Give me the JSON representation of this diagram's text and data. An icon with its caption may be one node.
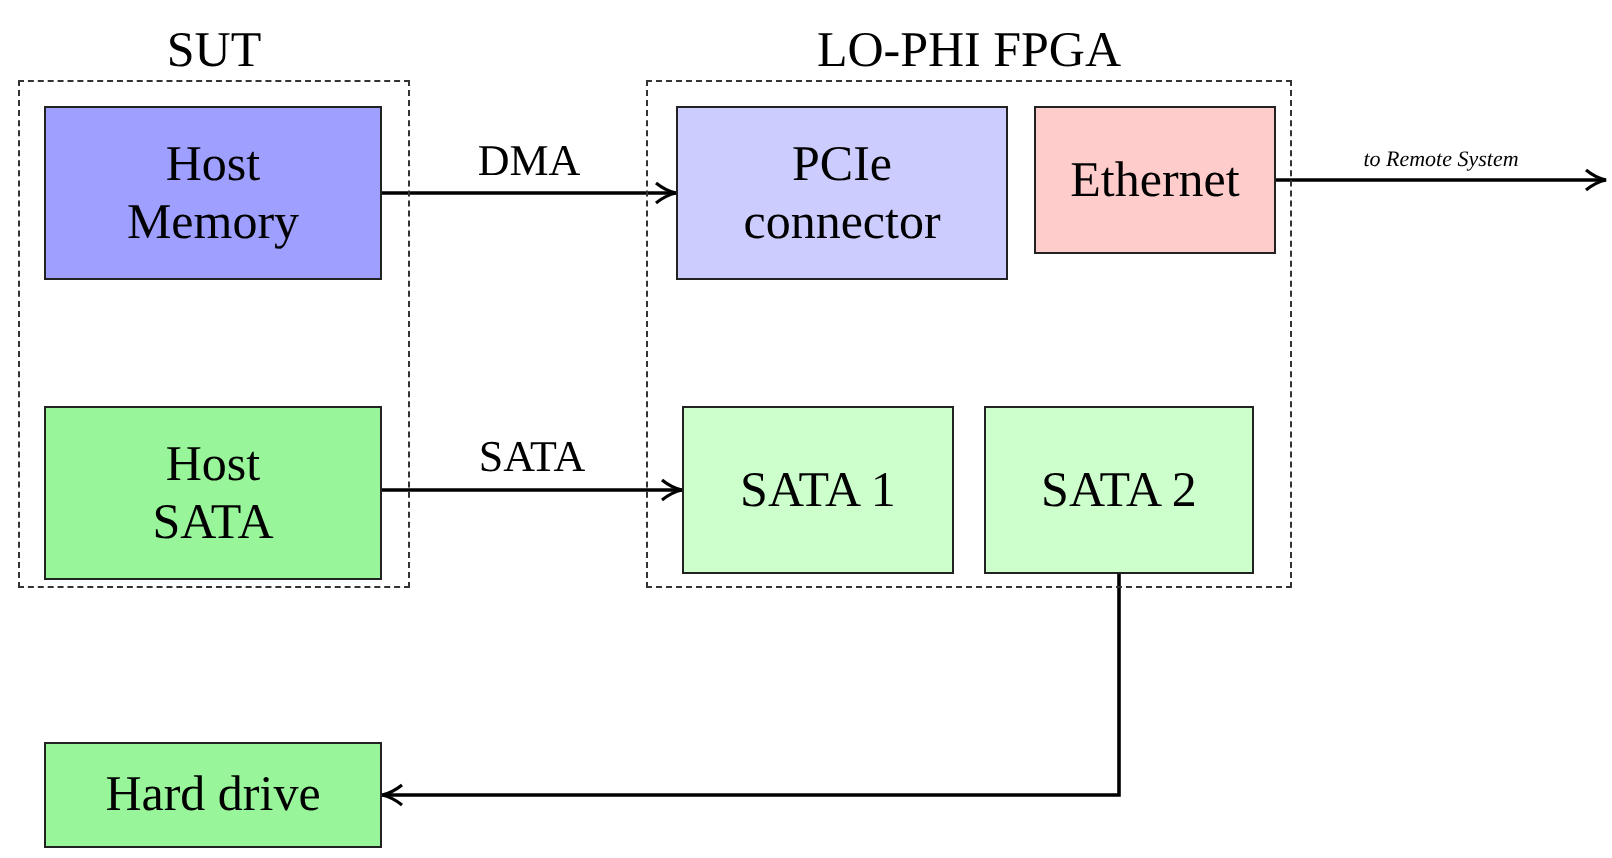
{
  "diagram": {
    "nodes": [
      {
        "text": [
          "SUT"
        ]
      },
      {
        "text": [
          "Host Memory"
        ],
        "in": 0
      },
      {
        "text": [
          "Host SATA"
        ],
        "in": 0
      },
      {
        "text": [
          "LO-PHI FPGA"
        ]
      },
      {
        "text": [
          "PCIe connector"
        ],
        "in": 3
      },
      {
        "text": [
          "Ethernet"
        ],
        "in": 3
      },
      {
        "text": [
          "SATA 1"
        ],
        "in": 3
      },
      {
        "text": [
          "SATA 2"
        ],
        "in": 3
      },
      {
        "text": [
          "Hard drive"
        ]
      }
    ],
    "edges": [
      {
        "from": 1,
        "to": 4,
        "arrow": "to",
        "label": "DMA"
      },
      {
        "from": 2,
        "to": 6,
        "arrow": "to",
        "label": "SATA"
      },
      {
        "from": 5,
        "to": null,
        "arrow": "to",
        "label": "to Remote System"
      },
      {
        "from": 7,
        "to": 8,
        "arrow": "to"
      }
    ]
  }
}
